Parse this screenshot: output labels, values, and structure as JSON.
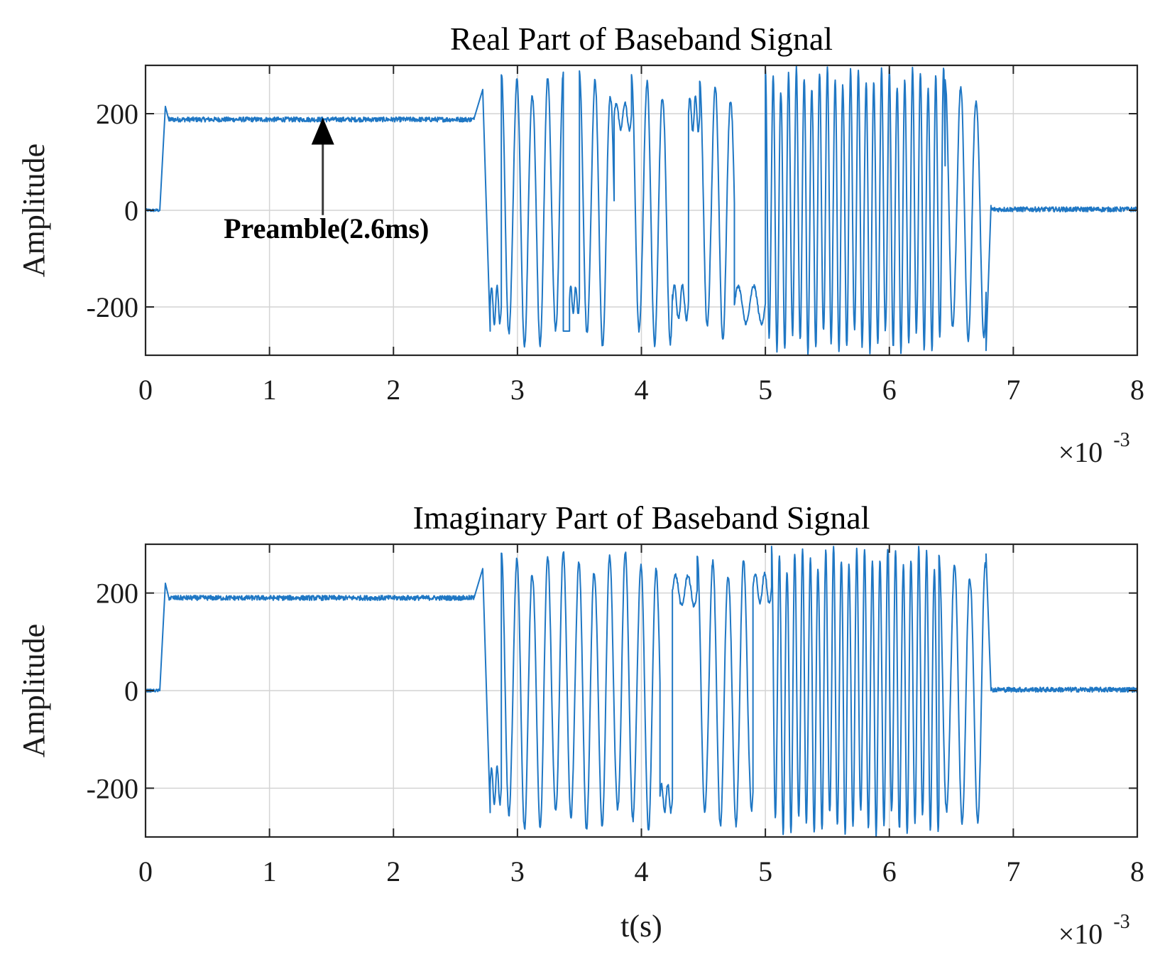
{
  "chart_data": [
    {
      "type": "line",
      "title": "Real Part of Baseband Signal",
      "xlabel": "",
      "ylabel": "Amplitude",
      "xlim": [
        0,
        0.008
      ],
      "ylim": [
        -300,
        300
      ],
      "x_ticks": [
        0,
        0.001,
        0.002,
        0.003,
        0.004,
        0.005,
        0.006,
        0.007,
        0.008
      ],
      "x_tick_labels": [
        "0",
        "1",
        "2",
        "3",
        "4",
        "5",
        "6",
        "7",
        "8"
      ],
      "y_ticks": [
        -200,
        0,
        200
      ],
      "y_tick_labels": [
        "-200",
        "0",
        "200"
      ],
      "x_multiplier": {
        "base": "×10",
        "exponent": "-3"
      },
      "grid": true,
      "color": "#1f77c4",
      "annotation": {
        "text": "Preamble(2.6ms)",
        "arrow_to": {
          "x": 0.00143,
          "y": 192
        }
      },
      "segments": [
        {
          "t": [
            0,
            0.000115
          ],
          "kind": "flat",
          "level": 0
        },
        {
          "t": [
            0.000115,
            0.00016
          ],
          "kind": "ramp",
          "from": 0,
          "to": 215
        },
        {
          "t": [
            0.00016,
            0.00019
          ],
          "kind": "ramp",
          "from": 215,
          "to": 185
        },
        {
          "t": [
            0.00019,
            0.00265
          ],
          "kind": "flat",
          "level": 188
        },
        {
          "t": [
            0.00265,
            0.00272
          ],
          "kind": "ramp",
          "from": 190,
          "to": 250
        },
        {
          "t": [
            0.00272,
            0.00278
          ],
          "kind": "ramp",
          "from": 250,
          "to": -250
        },
        {
          "t": [
            0.00278,
            0.00287
          ],
          "kind": "wobble",
          "level": -195,
          "amp": 55
        },
        {
          "t": [
            0.00287,
            0.00337
          ],
          "kind": "osc",
          "period": 0.000125,
          "amp": 285
        },
        {
          "t": [
            0.00337,
            0.00342
          ],
          "kind": "ramp",
          "from": -250,
          "to": -250
        },
        {
          "t": [
            0.00342,
            0.0035
          ],
          "kind": "wobble",
          "level": -185,
          "amp": 40
        },
        {
          "t": [
            0.0035,
            0.00378
          ],
          "kind": "osc",
          "period": 0.000125,
          "amp": 285
        },
        {
          "t": [
            0.00378,
            0.00392
          ],
          "kind": "wobble",
          "level": 195,
          "amp": 40
        },
        {
          "t": [
            0.00392,
            0.00425
          ],
          "kind": "osc",
          "period": 0.000125,
          "amp": 280
        },
        {
          "t": [
            0.00425,
            0.00438
          ],
          "kind": "wobble",
          "level": -190,
          "amp": 50
        },
        {
          "t": [
            0.00438,
            0.00447
          ],
          "kind": "wobble",
          "level": 200,
          "amp": 50
        },
        {
          "t": [
            0.00447,
            0.00475
          ],
          "kind": "osc",
          "period": 0.000125,
          "amp": 270
        },
        {
          "t": [
            0.00475,
            0.005
          ],
          "kind": "wobble",
          "level": -195,
          "amp": 55
        },
        {
          "t": [
            0.005,
            0.005
          ],
          "kind": "flat",
          "level": 0
        },
        {
          "t": [
            0.005,
            0.00645
          ],
          "kind": "osc",
          "period": 6.25e-05,
          "amp": 295
        },
        {
          "t": [
            0.00645,
            0.00678
          ],
          "kind": "osc",
          "period": 0.000125,
          "amp": 270
        },
        {
          "t": [
            0.00678,
            0.00682
          ],
          "kind": "ramp",
          "from": -290,
          "to": 10
        },
        {
          "t": [
            0.00682,
            0.008
          ],
          "kind": "flat",
          "level": 2
        }
      ]
    },
    {
      "type": "line",
      "title": "Imaginary Part of Baseband Signal",
      "xlabel": "t(s)",
      "ylabel": "Amplitude",
      "xlim": [
        0,
        0.008
      ],
      "ylim": [
        -300,
        300
      ],
      "x_ticks": [
        0,
        0.001,
        0.002,
        0.003,
        0.004,
        0.005,
        0.006,
        0.007,
        0.008
      ],
      "x_tick_labels": [
        "0",
        "1",
        "2",
        "3",
        "4",
        "5",
        "6",
        "7",
        "8"
      ],
      "y_ticks": [
        -200,
        0,
        200
      ],
      "y_tick_labels": [
        "-200",
        "0",
        "200"
      ],
      "x_multiplier": {
        "base": "×10",
        "exponent": "-3"
      },
      "grid": true,
      "color": "#1f77c4",
      "segments": [
        {
          "t": [
            0,
            0.000115
          ],
          "kind": "flat",
          "level": 0
        },
        {
          "t": [
            0.000115,
            0.00016
          ],
          "kind": "ramp",
          "from": 0,
          "to": 220
        },
        {
          "t": [
            0.00016,
            0.00019
          ],
          "kind": "ramp",
          "from": 220,
          "to": 188
        },
        {
          "t": [
            0.00019,
            0.00265
          ],
          "kind": "flat",
          "level": 190
        },
        {
          "t": [
            0.00265,
            0.00272
          ],
          "kind": "ramp",
          "from": 190,
          "to": 250
        },
        {
          "t": [
            0.00272,
            0.00278
          ],
          "kind": "ramp",
          "from": 250,
          "to": -250
        },
        {
          "t": [
            0.00278,
            0.00287
          ],
          "kind": "wobble",
          "level": -195,
          "amp": 55
        },
        {
          "t": [
            0.00287,
            0.00415
          ],
          "kind": "osc",
          "period": 0.000125,
          "amp": 285
        },
        {
          "t": [
            0.00415,
            0.00425
          ],
          "kind": "wobble",
          "level": -220,
          "amp": 40
        },
        {
          "t": [
            0.00425,
            0.00445
          ],
          "kind": "wobble",
          "level": 205,
          "amp": 45
        },
        {
          "t": [
            0.00445,
            0.0049
          ],
          "kind": "osc",
          "period": 0.000125,
          "amp": 280
        },
        {
          "t": [
            0.0049,
            0.00505
          ],
          "kind": "wobble",
          "level": 210,
          "amp": 45
        },
        {
          "t": [
            0.00505,
            0.0064
          ],
          "kind": "osc",
          "period": 6.25e-05,
          "amp": 295
        },
        {
          "t": [
            0.0064,
            0.00678
          ],
          "kind": "osc",
          "period": 0.000125,
          "amp": 275
        },
        {
          "t": [
            0.00678,
            0.00682
          ],
          "kind": "ramp",
          "from": 280,
          "to": 0
        },
        {
          "t": [
            0.00682,
            0.008
          ],
          "kind": "flat",
          "level": 2
        }
      ]
    }
  ]
}
